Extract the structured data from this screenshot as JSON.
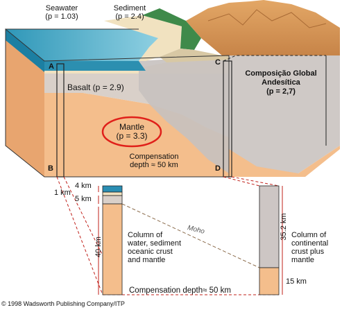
{
  "labels": {
    "seawater": "Seawater",
    "seawater_density": "(p = 1.03)",
    "sediment": "Sediment",
    "sediment_density": "(p = 2.4)",
    "basalt": "Basalt (p = 2.9)",
    "mantle": "Mantle",
    "mantle_density": "(p = 3.3)",
    "compensation": "Compensation",
    "compensation_depth": "depth ≈ 50 km",
    "continental_title_1": "Composição Global",
    "continental_title_2": "Andesítica",
    "continental_density": "(p = 2,7)"
  },
  "points": {
    "a": "A",
    "b": "B",
    "c": "C",
    "d": "D"
  },
  "oceanic_column": {
    "water_thickness": "4 km",
    "crust_thickness": "1 km",
    "sediment_thickness": "5 km",
    "mantle_thickness": "40 km",
    "description": [
      "Column of",
      "water, sediment",
      "oceanic crust",
      "and mantle"
    ]
  },
  "continental_column": {
    "crust_thickness": "35.2 km",
    "mantle_thickness": "15 km",
    "description": [
      "Column of",
      "continental",
      "crust plus",
      "mantle"
    ]
  },
  "moho_label": "Moho",
  "bottom_compensation": "Compensation depth≈ 50 km",
  "credit": "© 1998 Wadsworth Publishing Company/ITP",
  "colors": {
    "seawater": "#2f97b8",
    "sediment": "#f1e2c0",
    "basalt": "#d9d0c9",
    "mantle": "#f4be8c",
    "continental_crust": "#c7c1bf",
    "mountains": "#d99a5a",
    "forest": "#3f8a4a",
    "highlight_circle": "#e0201a",
    "dashed_line": "#c0201a"
  }
}
